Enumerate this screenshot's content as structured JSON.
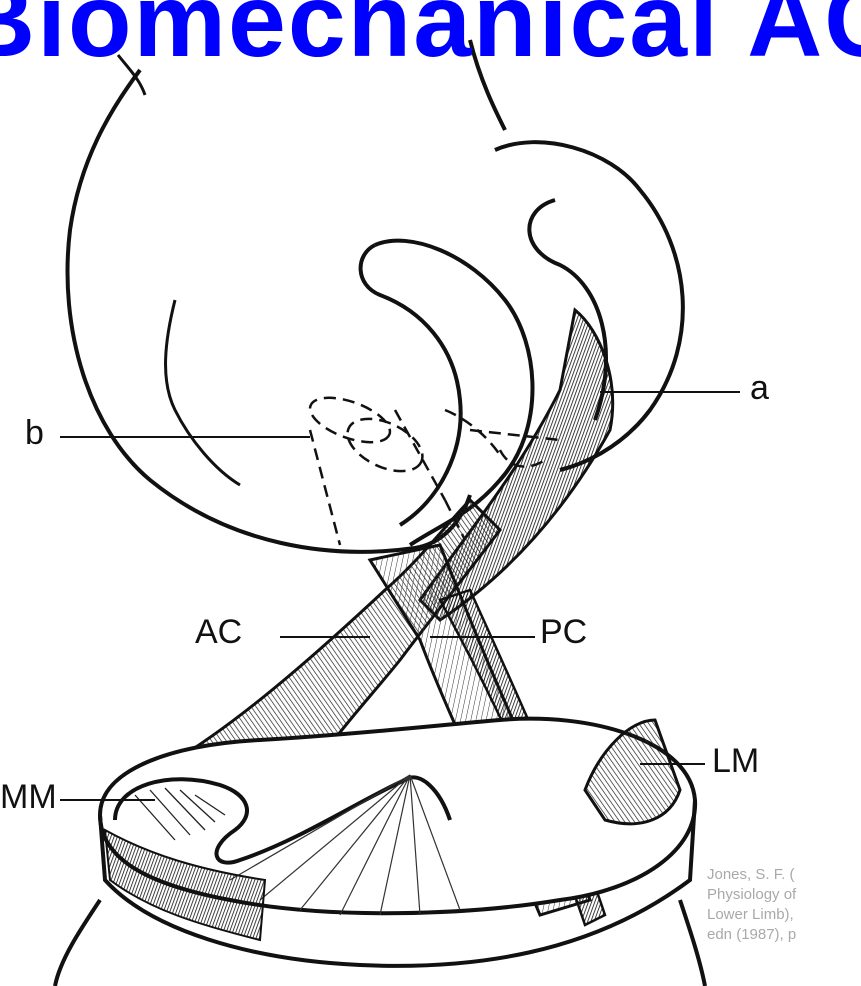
{
  "title": "Biomechanical ACA",
  "labels": {
    "a": "a",
    "b": "b",
    "ac": "AC",
    "pc": "PC",
    "mm": "MM",
    "lm": "LM"
  },
  "citation": {
    "lines": [
      "Jones, S. F. (",
      "Physiology of",
      "Lower Limb),",
      "edn (1987), p"
    ]
  },
  "colors": {
    "title": "#0000ff",
    "citation": "#a9a9a9",
    "ink": "#111111"
  }
}
